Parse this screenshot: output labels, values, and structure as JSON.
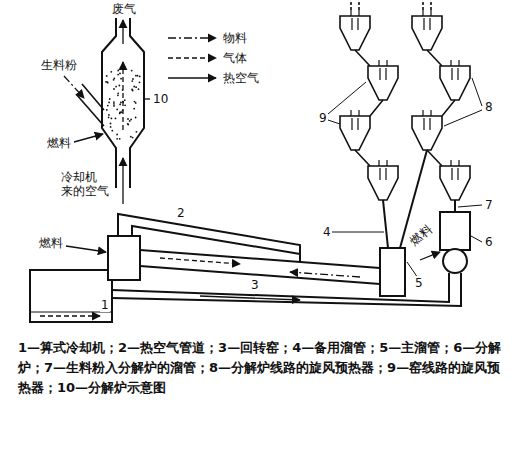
{
  "diagram": {
    "caption": "1—箅式冷却机；2—热空气管道；3—回转窑；4—备用溜管；5—主溜管；6—分解炉；7—生料粉入分解炉的溜管；8—分解炉线路的旋风预热器；9—窑线路的旋风预热器；10—分解炉示意图",
    "labels": [
      "废气",
      "生料粉",
      "燃料",
      "10",
      "冷却机 来的空气",
      "9",
      "8",
      "7",
      "6",
      "4",
      "燃料",
      "5",
      "2",
      "3",
      "燃料",
      "1"
    ],
    "legend": [
      {
        "text": "物料"
      },
      {
        "text": "气体"
      },
      {
        "text": "热空气"
      }
    ]
  }
}
